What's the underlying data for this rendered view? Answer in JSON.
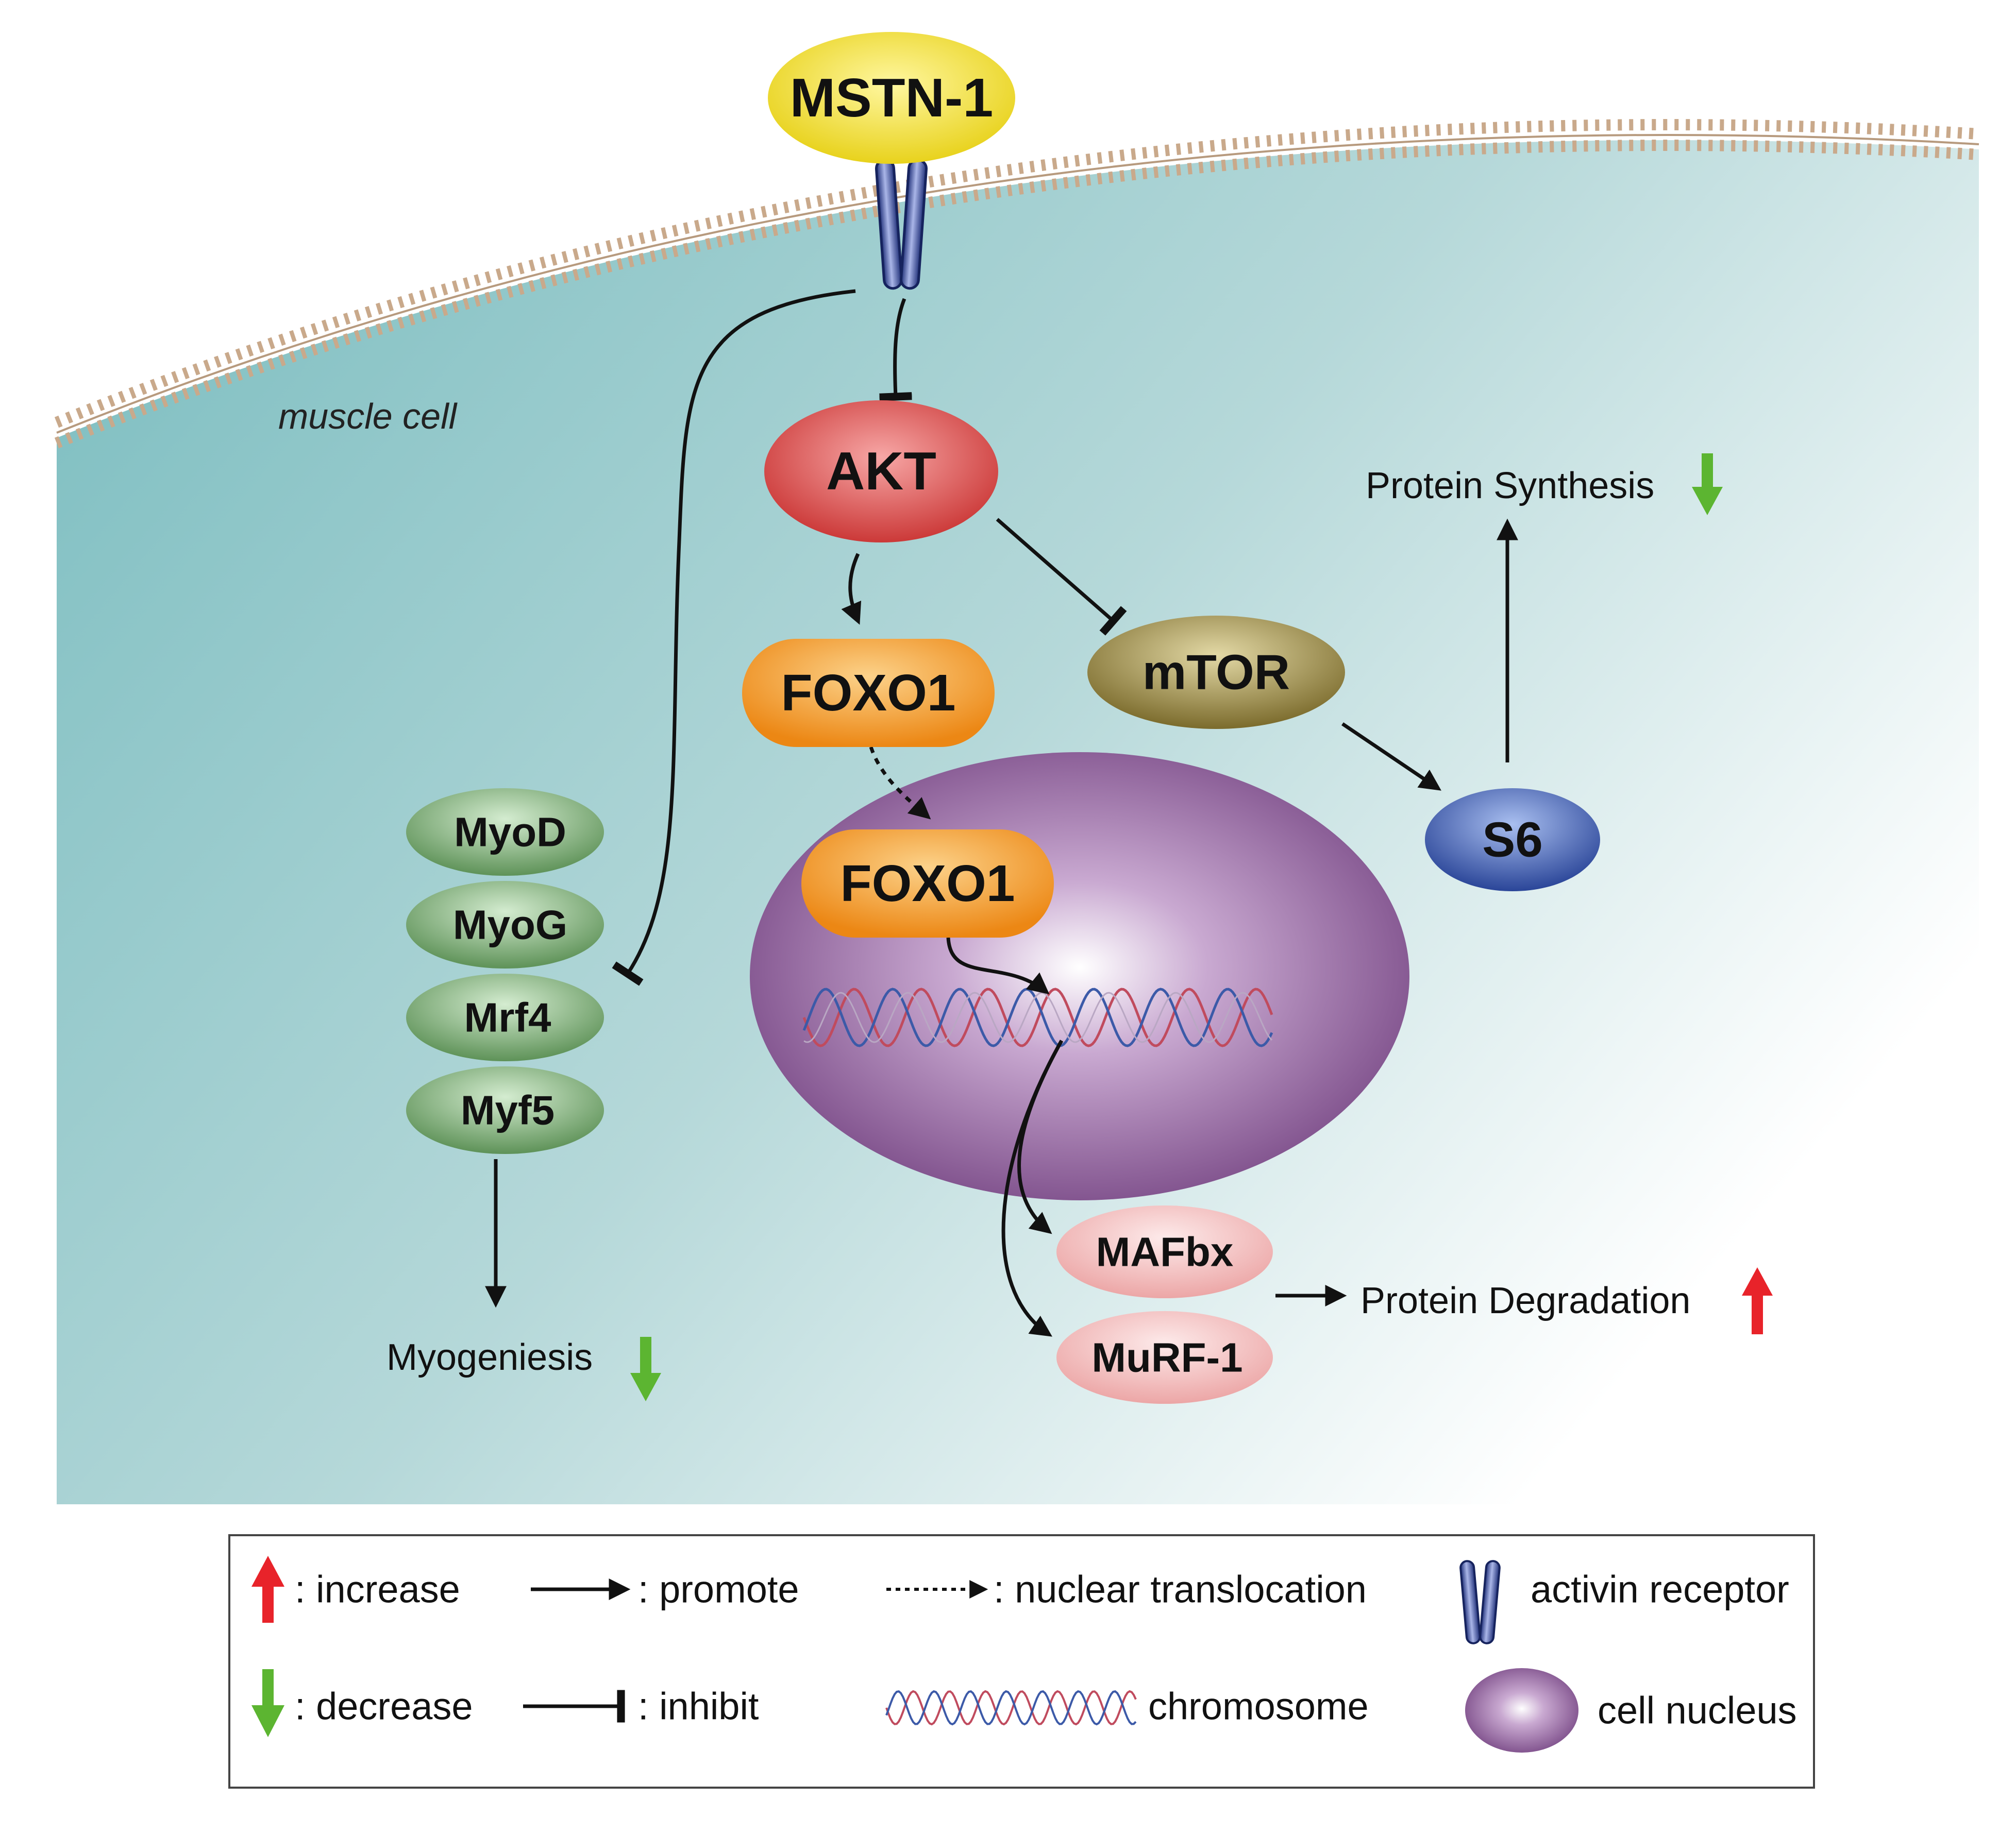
{
  "diagram": {
    "cell_label": "muscle cell",
    "nodes": {
      "mstn": "MSTN-1",
      "akt": "AKT",
      "foxo_cyto": "FOXO1",
      "foxo_nuc": "FOXO1",
      "mtor": "mTOR",
      "s6": "S6",
      "myod": "MyoD",
      "myog": "MyoG",
      "mrf4": "Mrf4",
      "myf5": "Myf5",
      "mafbx": "MAFbx",
      "murf": "MuRF-1"
    },
    "outcomes": {
      "protein_synthesis": "Protein Synthesis",
      "protein_degradation": "Protein Degradation",
      "myogenesis": "Myogeniesis"
    }
  },
  "legend": {
    "increase": ": increase",
    "decrease": ": decrease",
    "promote": ": promote",
    "inhibit": ": inhibit",
    "nuclear_translocation": ": nuclear translocation",
    "chromosome": "chromosome",
    "activin_receptor": "activin receptor",
    "cell_nucleus": "cell nucleus"
  },
  "colors": {
    "cytoplasm": "#7fbfc2",
    "mstn": "#f5e23a",
    "akt": "#d9403f",
    "foxo": "#f29521",
    "mtor": "#8e7f3e",
    "s6": "#2f4fa8",
    "myo": "#6fa06c",
    "ubiquitin_ligase": "#f1b3b3",
    "nucleus": "#8a5a96",
    "increase_arrow": "#e8232a",
    "decrease_arrow": "#5cb531",
    "receptor": "#3a4c9a"
  }
}
